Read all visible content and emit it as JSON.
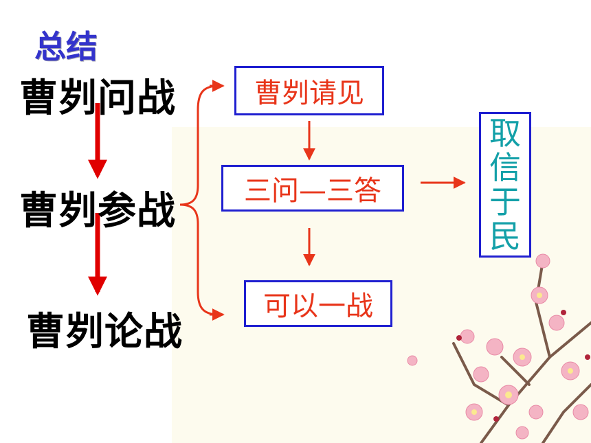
{
  "summary_title": "总结",
  "stages": [
    "曹刿问战",
    "曹刿参战",
    "曹刿论战"
  ],
  "flow": {
    "step1": "曹刿请见",
    "step2": "三问—三答",
    "step3": "可以一战",
    "result_chars": [
      "取",
      "信",
      "于",
      "民"
    ]
  },
  "colors": {
    "title": "#3333cc",
    "stage_text": "#000000",
    "flow_text": "#e8351a",
    "box_border": "#1f1fd0",
    "result_text": "#13a0a8",
    "arrow": "#e8351a",
    "thick_arrow": "#e00000"
  },
  "decoration": "plum-blossom-branch"
}
